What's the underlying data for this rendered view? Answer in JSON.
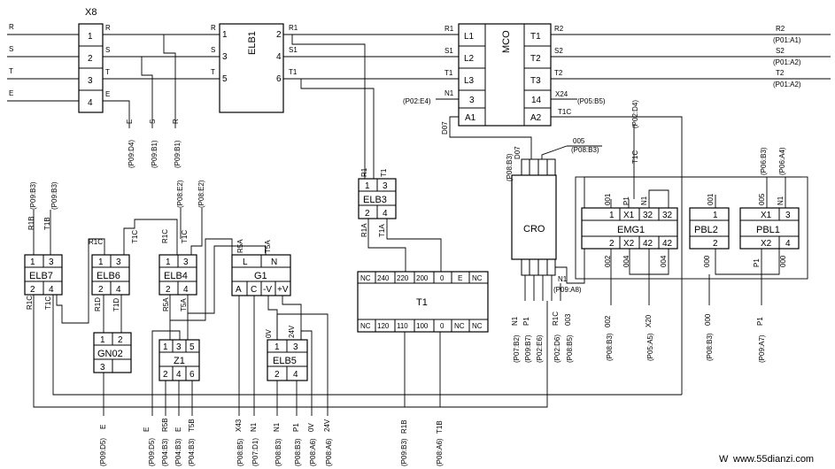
{
  "x8": {
    "name": "X8",
    "pins": [
      "1",
      "2",
      "3",
      "4"
    ],
    "inputs": [
      "R",
      "S",
      "T",
      "E"
    ],
    "outs": [
      "R",
      "S",
      "T",
      "E"
    ],
    "drops": [
      {
        "sig": "E",
        "ref": "(P09:D4)"
      },
      {
        "sig": "S",
        "ref": "(P09:B1)"
      },
      {
        "sig": "R",
        "ref": "(P09:B1)"
      }
    ]
  },
  "elb1": {
    "name": "ELB1",
    "left": [
      "1",
      "3",
      "5"
    ],
    "right": [
      "2",
      "4",
      "6"
    ],
    "in_sigs": [
      "R",
      "S",
      "T"
    ],
    "out_sigs": [
      "R1",
      "S1",
      "T1"
    ]
  },
  "mco": {
    "name": "MCO",
    "left": [
      "L1",
      "L2",
      "L3",
      "3",
      "A1"
    ],
    "right": [
      "T1",
      "T2",
      "T3",
      "14",
      "A2"
    ],
    "in_sigs": [
      "R1",
      "S1",
      "T1",
      "N1"
    ],
    "n1_ref": "(P02:E4)",
    "x24": "X24",
    "x24_ref": "(P05:B5)",
    "t1c": "T1C",
    "d07": "D07",
    "outs": [
      {
        "sig": "R2",
        "ref": "(P01:A1)"
      },
      {
        "sig": "S2",
        "ref": "(P01:A2)"
      },
      {
        "sig": "T2",
        "ref": "(P01:A2)"
      }
    ]
  },
  "elb3": {
    "name": "ELB3",
    "pins": [
      "1",
      "3",
      "2",
      "4"
    ],
    "top_sigs": [
      "R1",
      "T1"
    ],
    "bottom_sigs": [
      "R1A",
      "T1A"
    ]
  },
  "t1": {
    "name": "T1",
    "top": [
      "NC",
      "240",
      "220",
      "200",
      "0",
      "E",
      "NC"
    ],
    "bottom": [
      "NC",
      "120",
      "110",
      "100",
      "0",
      "NC",
      "NC"
    ],
    "drops": [
      {
        "sig": "R1B",
        "ref": "(P09:B3)"
      },
      {
        "sig": "T1B",
        "ref": "(P08:A6)"
      }
    ]
  },
  "cro": {
    "name": "CRO",
    "top_labels": [
      "005",
      "(P08:B3)",
      "D07",
      "(P08:B3)"
    ],
    "side_labels": [
      "N1",
      "(P09:A8)"
    ],
    "drops": [
      {
        "sig": "N1",
        "ref": "(P07:B2)"
      },
      {
        "sig": "P1",
        "ref": "(P09:B7)"
      },
      {
        "sig": "",
        "ref": "(P02:E6)"
      },
      {
        "sig": "R1C",
        "ref": "(P02:D6)"
      },
      {
        "sig": "003",
        "ref": "(P08:B5)"
      }
    ]
  },
  "emg1": {
    "name": "EMG1",
    "top": [
      "1",
      "X1",
      "32",
      "32"
    ],
    "bottom": [
      "2",
      "X2",
      "42",
      "42"
    ],
    "top_sigs": [
      "001",
      "P1",
      "N1"
    ],
    "bottom_sigs": [
      "002",
      "004",
      "004"
    ],
    "drops": [
      {
        "sig": "002",
        "ref": "(P08:B3)"
      },
      {
        "sig": "X20",
        "ref": "(P05:A5)"
      }
    ],
    "t1c": "T1C",
    "t1c_ref": "(P02:D4)"
  },
  "pbl2": {
    "name": "PBL2",
    "top": [
      "1"
    ],
    "bottom": [
      "2"
    ],
    "top_sigs": [
      "001"
    ],
    "bottom_sigs": [
      "000"
    ],
    "drops": [
      {
        "sig": "000",
        "ref": "(P08:B3)"
      }
    ]
  },
  "pbl1": {
    "name": "PBL1",
    "top": [
      "X1",
      "3"
    ],
    "bottom": [
      "X2",
      "4"
    ],
    "top_sigs": [
      "005",
      "N1"
    ],
    "bottom_sigs": [
      "P1",
      "000"
    ],
    "top_refs": [
      "(P06:B3)",
      "(P06:A4)"
    ],
    "drops": [
      {
        "sig": "P1",
        "ref": "(P09:A7)"
      }
    ]
  },
  "elb7": {
    "name": "ELB7",
    "pins": [
      "1",
      "3",
      "2",
      "4"
    ],
    "top_sigs": [
      "R1B",
      "T1B"
    ],
    "top_refs": [
      "(P09:B3)",
      "(P09:B3)"
    ],
    "bottom_sigs": [
      "R1C",
      "T1C"
    ]
  },
  "elb6": {
    "name": "ELB6",
    "pins": [
      "1",
      "3",
      "2",
      "4"
    ],
    "top_sigs": [
      "R1C",
      "T1C"
    ],
    "bottom_sigs": [
      "R1D",
      "T1D"
    ]
  },
  "elb4": {
    "name": "ELB4",
    "pins": [
      "1",
      "3",
      "2",
      "4"
    ],
    "top_sigs": [
      "R1C",
      "T1C"
    ],
    "top_refs": [
      "(P08:E2)",
      "(P08:E2)"
    ],
    "bottom_sigs": [
      "R5A",
      "T5A"
    ]
  },
  "gno2": {
    "name": "GN02",
    "pins": [
      "1",
      "2",
      "3"
    ],
    "drops": [
      {
        "sig": "E",
        "ref": "(P09:D5)"
      }
    ]
  },
  "z1": {
    "name": "Z1",
    "pins": [
      "1",
      "3",
      "5",
      "2",
      "4",
      "6"
    ],
    "drops": [
      {
        "sig": "E",
        "ref": "(P09:D5)"
      },
      {
        "sig": "R5B",
        "ref": "(P04:B3)"
      },
      {
        "sig": "E",
        "ref": "(P04:B3)"
      },
      {
        "sig": "T5B",
        "ref": "(P04:B3)"
      }
    ]
  },
  "g1": {
    "name": "G1",
    "top": [
      "L",
      "N"
    ],
    "bottom": [
      "A",
      "C",
      "-V",
      "+V"
    ],
    "top_sigs": [
      "R5A",
      "T5A"
    ],
    "drops": [
      {
        "sig": "X43",
        "ref": "(P08:B5)"
      },
      {
        "sig": "N1",
        "ref": "(P07:D1)"
      }
    ]
  },
  "elb5": {
    "name": "ELB5",
    "pins": [
      "1",
      "3",
      "2",
      "4"
    ],
    "top_sigs": [
      "0V",
      "24V"
    ],
    "drops": [
      {
        "sig": "N1",
        "ref": "(P08:B3)"
      },
      {
        "sig": "P1",
        "ref": "(P08:B3)"
      },
      {
        "sig": "0V",
        "ref": "(P08:A6)"
      },
      {
        "sig": "24V",
        "ref": "(P08:A6)"
      }
    ]
  },
  "watermark": "www.55dianzi.com",
  "watermark_prefix": "W"
}
